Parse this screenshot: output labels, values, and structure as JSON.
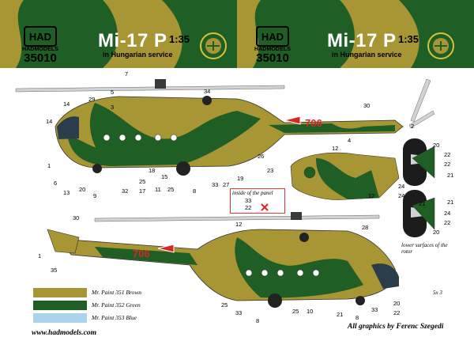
{
  "header": {
    "left": {
      "brand": "HAD",
      "brand_sub": "HADMODELS",
      "catalog": "35010",
      "title": "Mi-17 P",
      "scale": "1:35",
      "subtitle": "in Hungarian service"
    },
    "right": {
      "brand": "HAD",
      "brand_sub": "HADMODELS",
      "catalog": "35010",
      "title": "Mi-17 P",
      "scale": "1:35",
      "subtitle": "in Hungarian service"
    }
  },
  "aircraft": {
    "serial": "706"
  },
  "callouts_top": [
    "7",
    "5",
    "14",
    "29",
    "3",
    "34",
    "30",
    "2",
    "14",
    "4",
    "20",
    "22",
    "22",
    "21",
    "12",
    "1",
    "6",
    "13",
    "20",
    "9",
    "32",
    "17",
    "25",
    "11",
    "15",
    "25",
    "8",
    "18",
    "33",
    "27",
    "19",
    "26",
    "23"
  ],
  "callouts_bottom": [
    "30",
    "12",
    "28",
    "1",
    "35",
    "25",
    "33",
    "8",
    "25",
    "10",
    "21",
    "8",
    "33",
    "20",
    "22"
  ],
  "callouts_misc": [
    "24",
    "24",
    "21",
    "20",
    "24",
    "22",
    "21",
    "12"
  ],
  "panel_note": {
    "caption": "inside of the panel",
    "line1": "33",
    "line2": "22"
  },
  "rotor_note": {
    "text": "lower surfaces of the rotor"
  },
  "quantity_note": "5x 3",
  "legend": [
    {
      "label": "Mr. Paint 351 Brown",
      "color": "#a89533"
    },
    {
      "label": "Mr. Paint 352 Green",
      "color": "#1f5e25"
    },
    {
      "label": "Mr. Paint 353 Blue",
      "color": "#a9d4ec"
    }
  ],
  "footer": {
    "website": "www.hadmodels.com",
    "credits": "All graphics by Ferenc Szegedi"
  },
  "colors": {
    "brown": "#a89533",
    "green": "#1f5e25",
    "blue": "#a9d4ec",
    "red": "#d6262a",
    "white": "#ffffff"
  }
}
